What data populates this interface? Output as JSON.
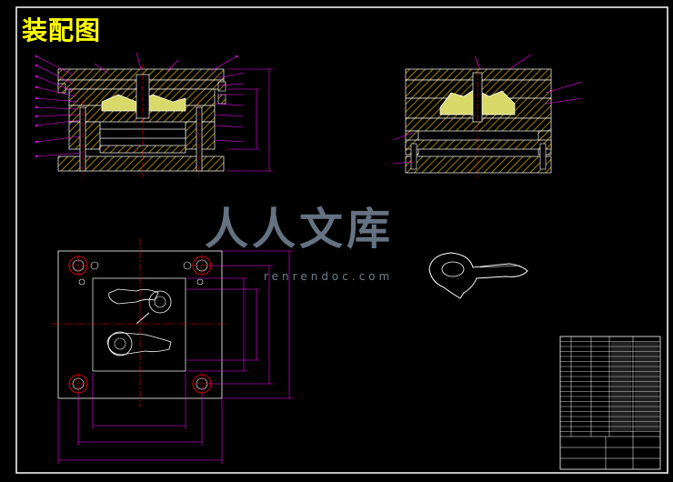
{
  "drawing": {
    "title": "装配图",
    "section_caption": "",
    "note_lines": [
      "",
      "",
      ""
    ]
  },
  "watermark": {
    "text": "人人文库",
    "url": "renrendoc.com"
  },
  "colors": {
    "background": "#000000",
    "frame": "#ffffff",
    "hatch": "#c8a000",
    "part_fill": "#d9d96a",
    "dimension": "#ff00ff",
    "leader": "#ff00ff",
    "centerline": "#ff0000",
    "title": "#ffff00",
    "watermark": "#6f7f8f"
  }
}
